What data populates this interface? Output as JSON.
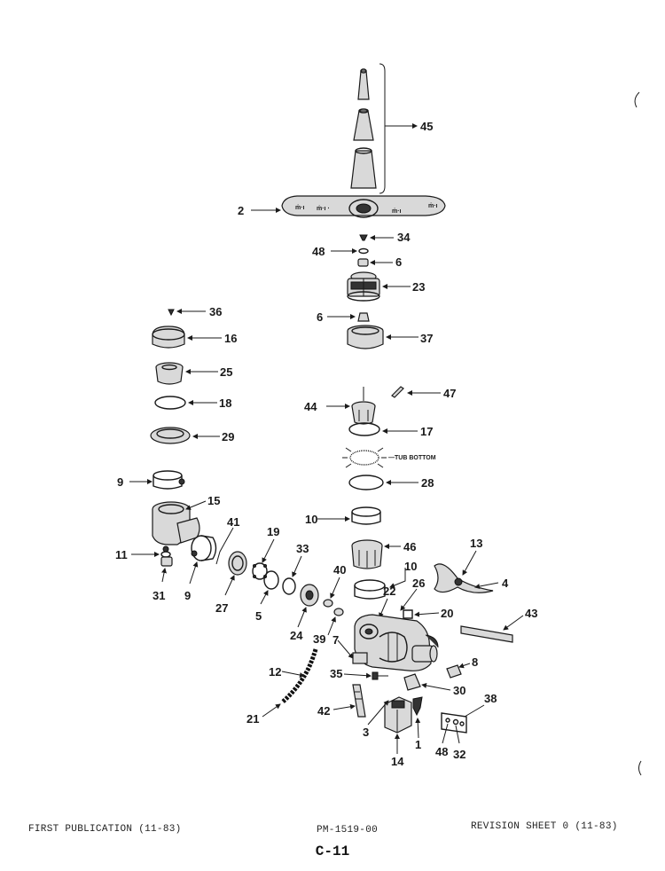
{
  "callouts": {
    "c45": "45",
    "c2": "2",
    "c34": "34",
    "c48a": "48",
    "c6a": "6",
    "c23": "23",
    "c6b": "6",
    "c37": "37",
    "c36": "36",
    "c16": "16",
    "c25": "25",
    "c18": "18",
    "c29": "29",
    "c44": "44",
    "c47": "47",
    "c17": "17",
    "c9a": "9",
    "c28": "28",
    "c15": "15",
    "c10a": "10",
    "c46": "46",
    "c41": "41",
    "c19": "19",
    "c33": "33",
    "c13": "13",
    "c11": "11",
    "c10b": "10",
    "c26": "26",
    "c4": "4",
    "c40": "40",
    "c22": "22",
    "c20": "20",
    "c31": "31",
    "c9b": "9",
    "c27": "27",
    "c5": "5",
    "c24": "24",
    "c43": "43",
    "c39": "39",
    "c7": "7",
    "c8": "8",
    "c12": "12",
    "c35": "35",
    "c30": "30",
    "c38": "38",
    "c42": "42",
    "c21": "21",
    "c3": "3",
    "c1": "1",
    "c48b": "48",
    "c32": "32",
    "c14": "14"
  },
  "annotations": {
    "tub_bottom": "—TUB BOTTOM"
  },
  "footer": {
    "left": "FIRST PUBLICATION (11-83)",
    "center": "PM-1519-00",
    "right": "REVISION SHEET 0 (11-83)",
    "page": "C-11"
  }
}
